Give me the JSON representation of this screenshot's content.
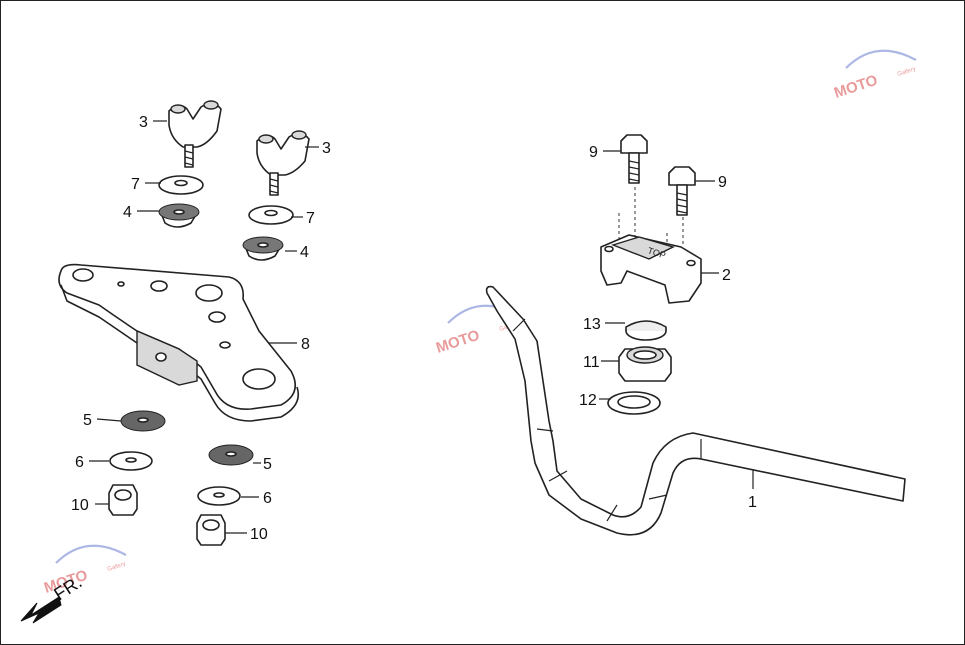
{
  "diagram": {
    "callouts": [
      {
        "id": "c1",
        "label": "1"
      },
      {
        "id": "c2",
        "label": "2"
      },
      {
        "id": "c3a",
        "label": "3"
      },
      {
        "id": "c3b",
        "label": "3"
      },
      {
        "id": "c4a",
        "label": "4"
      },
      {
        "id": "c4b",
        "label": "4"
      },
      {
        "id": "c5a",
        "label": "5"
      },
      {
        "id": "c5b",
        "label": "5"
      },
      {
        "id": "c6a",
        "label": "6"
      },
      {
        "id": "c6b",
        "label": "6"
      },
      {
        "id": "c7a",
        "label": "7"
      },
      {
        "id": "c7b",
        "label": "7"
      },
      {
        "id": "c8",
        "label": "8"
      },
      {
        "id": "c9a",
        "label": "9"
      },
      {
        "id": "c9b",
        "label": "9"
      },
      {
        "id": "c10a",
        "label": "10"
      },
      {
        "id": "c10b",
        "label": "10"
      },
      {
        "id": "c11",
        "label": "11"
      },
      {
        "id": "c12",
        "label": "12"
      },
      {
        "id": "c13",
        "label": "13"
      }
    ],
    "front_indicator": "FR.",
    "watermark": {
      "text": "MOTO",
      "sub": "Gallery"
    },
    "colors": {
      "line": "#222222",
      "watermark_red": "#d84a4a",
      "watermark_blue": "#6a7ccf"
    }
  }
}
